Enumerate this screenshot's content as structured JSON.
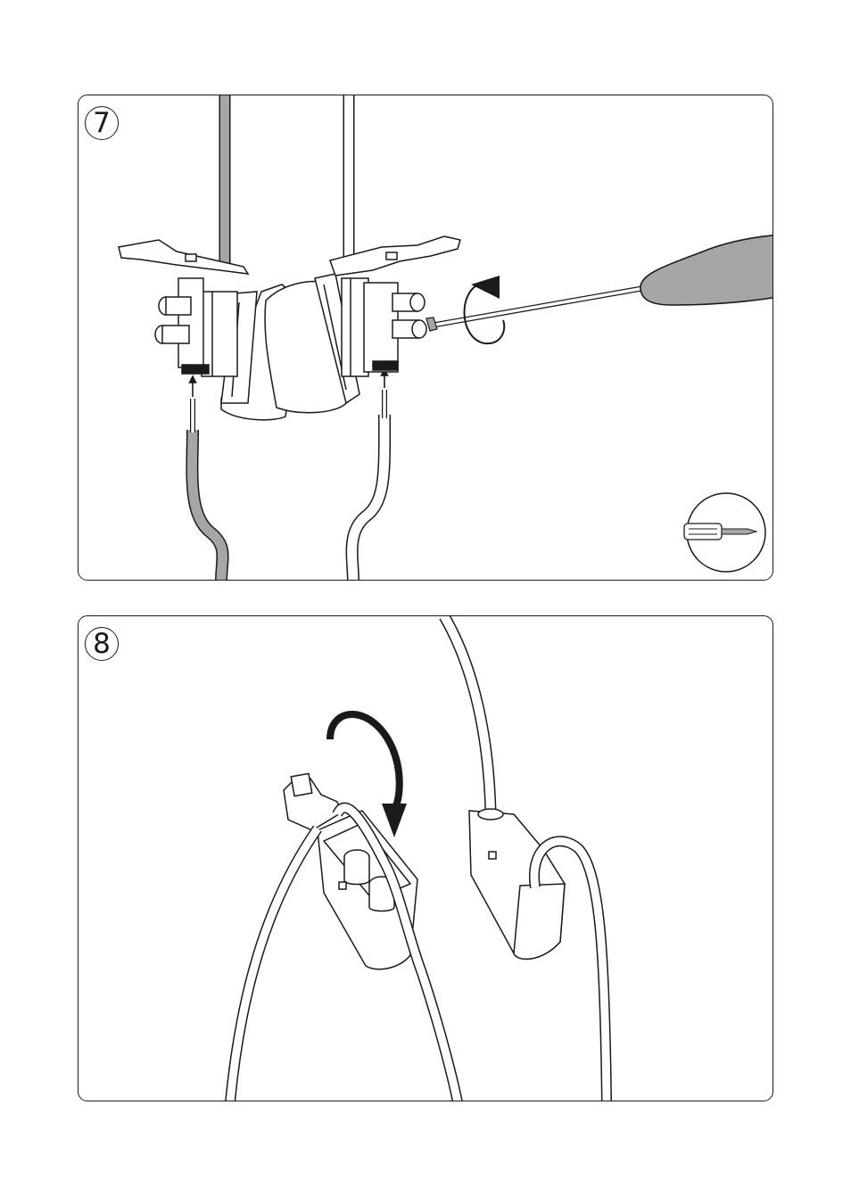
{
  "document": {
    "type": "assembly-instructions",
    "colors": {
      "ink": "#1a1a1a",
      "cable_gray": "#a6a6a6",
      "paper": "#ffffff"
    }
  },
  "steps": [
    {
      "number": "7",
      "illustration": "screw-terminal-wiring",
      "tool_icon": "screwdriver-icon",
      "motion_icon": "rotate-clockwise-icon"
    },
    {
      "number": "8",
      "illustration": "close-connector-cover",
      "motion_icon": "curved-arrow-icon"
    }
  ]
}
